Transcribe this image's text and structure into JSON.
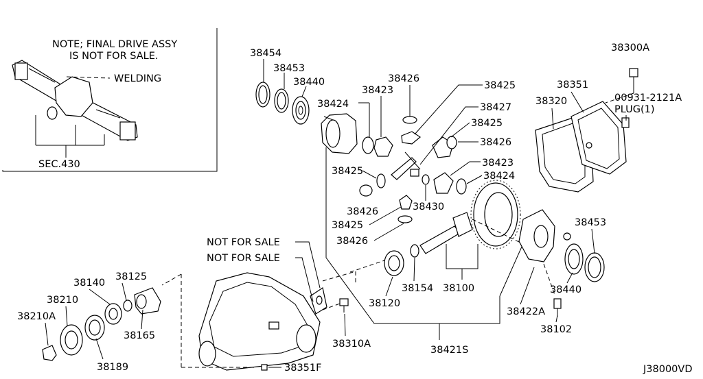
{
  "note": {
    "line1": "NOTE; FINAL DRIVE ASSY",
    "line2": "IS NOT FOR SALE."
  },
  "welding_label": "WELDING",
  "sec_label": "SEC.430",
  "not_for_sale_1": "NOT FOR SALE",
  "not_for_sale_2": "NOT FOR SALE",
  "plug_label": {
    "code": "00931-2121A",
    "text": "PLUG(1)"
  },
  "diagram_code": "J38000VD",
  "parts": {
    "p38454": "38454",
    "p38453_top": "38453",
    "p38440_top": "38440",
    "p38424_top": "38424",
    "p38423_top": "38423",
    "p38426_top": "38426",
    "p38425_top": "38425",
    "p38427": "38427",
    "p38425_mid": "38425",
    "p38426_mid": "38426",
    "p38423_mid": "38423",
    "p38424_mid": "38424",
    "p38425_left": "38425",
    "p38426_left": "38426",
    "p38430": "38430",
    "p38425_low": "38425",
    "p38426_low": "38426",
    "p38300A": "38300A",
    "p38351": "38351",
    "p38320": "38320",
    "p38453_right": "38453",
    "p38440_right": "38440",
    "p38422A": "38422A",
    "p38102": "38102",
    "p38120": "38120",
    "p38154": "38154",
    "p38100": "38100",
    "p38421S": "38421S",
    "p38310A": "38310A",
    "p38351F": "38351F",
    "p38140": "38140",
    "p38125": "38125",
    "p38210": "38210",
    "p38165": "38165",
    "p38210A": "38210A",
    "p38189": "38189"
  }
}
